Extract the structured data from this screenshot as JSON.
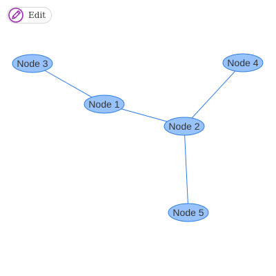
{
  "toolbar": {
    "edit_label": "Edit",
    "edit_icon": "pencil-icon",
    "icon_color": "#9c27b0"
  },
  "graph": {
    "node_color": "#97c2fc",
    "edge_color": "#2b7ce9",
    "nodes": [
      {
        "id": 1,
        "label": "Node 1"
      },
      {
        "id": 2,
        "label": "Node 2"
      },
      {
        "id": 3,
        "label": "Node 3"
      },
      {
        "id": 4,
        "label": "Node 4"
      },
      {
        "id": 5,
        "label": "Node 5"
      }
    ],
    "edges": [
      {
        "from": 3,
        "to": 1
      },
      {
        "from": 1,
        "to": 2
      },
      {
        "from": 2,
        "to": 4
      },
      {
        "from": 2,
        "to": 5
      }
    ]
  }
}
